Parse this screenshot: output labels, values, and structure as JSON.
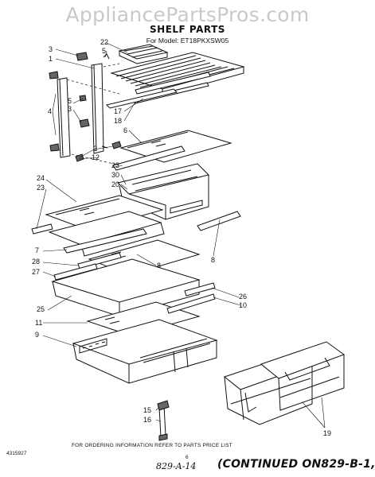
{
  "watermark": "AppliancePartsPros.com",
  "title": "SHELF PARTS",
  "model": "For Model: ET18PKXSW05",
  "ordering_note": "FOR ORDERING INFORMATION REFER TO PARTS PRICE LIST",
  "doc_number": "4315927",
  "page_number": "6",
  "handwritten_ref": "829-A-14",
  "continued_note": "(CONTINUED ON829-B-1,",
  "callouts": [
    "3",
    "1",
    "22",
    "5",
    "4",
    "5",
    "3",
    "2",
    "12",
    "17",
    "18",
    "6",
    "23",
    "30",
    "20",
    "24",
    "23",
    "7",
    "28",
    "27",
    "8",
    "8",
    "26",
    "10",
    "25",
    "11",
    "9",
    "15",
    "16",
    "19"
  ]
}
